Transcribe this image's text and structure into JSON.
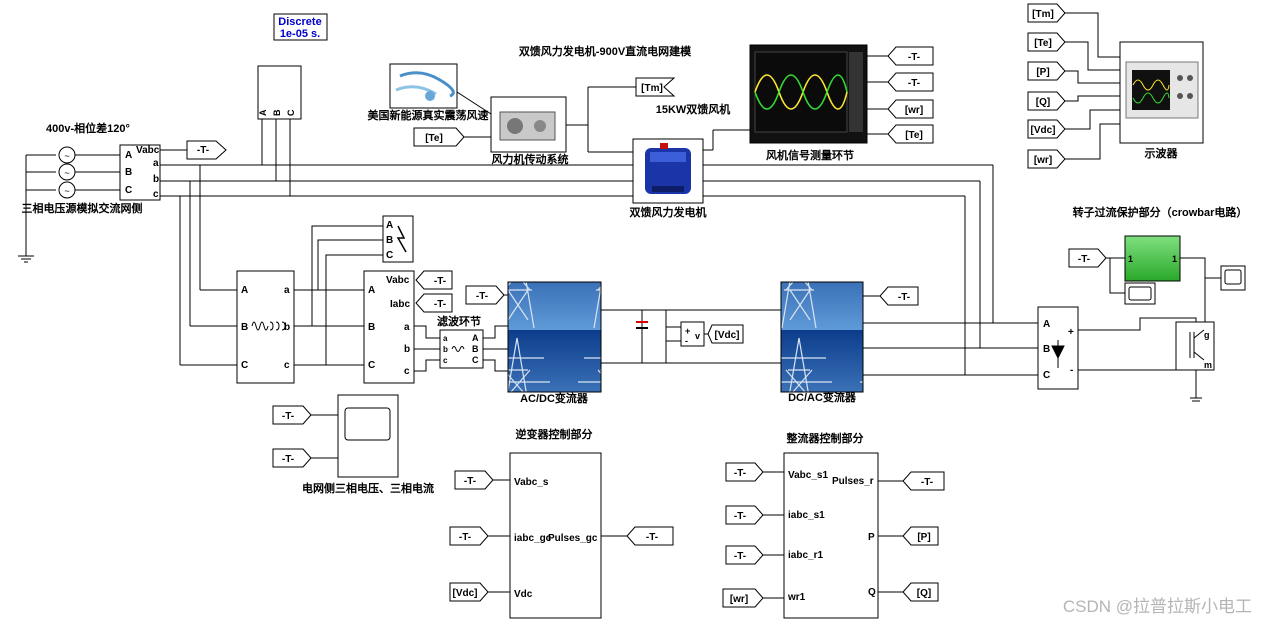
{
  "powergui": {
    "mode": "Discrete",
    "step": "1e-05 s."
  },
  "labels": {
    "title": "双馈风力发电机-900V直流电网建模",
    "source_phase": "400v-相位差120°",
    "grid_source": "三相电压源模拟交流网侧",
    "wind_source": "美国新能源真实震荡风速",
    "drivetrain": "风力机传动系统",
    "turbine": "15KW双馈风机",
    "measurement": "风机信号测量环节",
    "dfig": "双馈风力发电机",
    "crowbar": "转子过流保护部分（crowbar电路）",
    "oscilloscope": "示波器",
    "filter": "滤波环节",
    "acdc": "AC/DC变流器",
    "dcac": "DC/AC变流器",
    "grid_scope": "电网侧三相电压、三相电流",
    "inverter_ctrl": "逆变器控制部分",
    "rectifier_ctrl": "整流器控制部分"
  },
  "tags": {
    "T": "-T-",
    "Tm": "[Tm]",
    "Te": "[Te]",
    "P": "[P]",
    "Q": "[Q]",
    "Vdc": "[Vdc]",
    "wr": "[wr]"
  },
  "ports": {
    "A": "A",
    "B": "B",
    "C": "C",
    "a": "a",
    "b": "b",
    "c": "c",
    "Vabc": "Vabc",
    "Iabc": "Iabc",
    "plus": "+",
    "minus": "-",
    "v": "v",
    "one": "1",
    "g": "g",
    "m": "m",
    "Vabc_s": "Vabc_s",
    "iabc_gc": "iabc_gc",
    "Pulses_gc": "Pulses_gc",
    "Vdc": "Vdc",
    "Vabc_s1": "Vabc_s1",
    "iabc_s1": "iabc_s1",
    "iabc_r1": "iabc_r1",
    "wr1": "wr1",
    "Pulses_r": "Pulses_r",
    "P": "P",
    "Q": "Q"
  },
  "watermark": "CSDN @拉普拉斯小电工"
}
